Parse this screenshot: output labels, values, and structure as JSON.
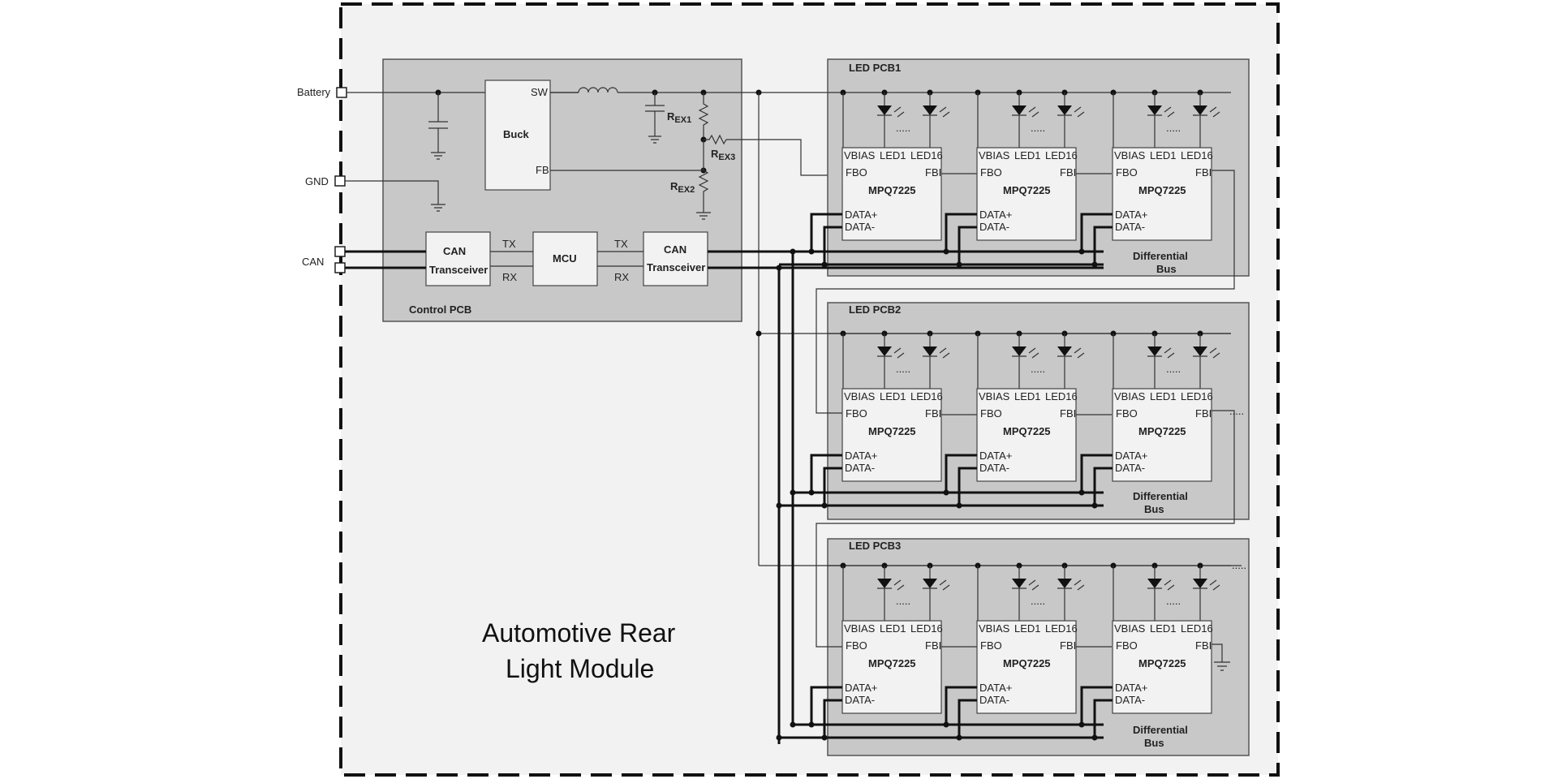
{
  "ports": {
    "battery": "Battery",
    "gnd": "GND",
    "can": "CAN"
  },
  "control_pcb": {
    "title": "Control PCB",
    "buck": "Buck",
    "sw": "SW",
    "fb": "FB",
    "rex1_main": "R",
    "rex1_sub": "EX1",
    "rex2_main": "R",
    "rex2_sub": "EX2",
    "rex3_main": "R",
    "rex3_sub": "EX3",
    "can_l1": "CAN",
    "can_l2": "Transceiver",
    "mcu": "MCU",
    "tx": "TX",
    "rx": "RX"
  },
  "led_pcbs": [
    {
      "title": "LED PCB1"
    },
    {
      "title": "LED PCB2"
    },
    {
      "title": "LED PCB3"
    }
  ],
  "chip": {
    "name": "MPQ7225",
    "vbias": "VBIAS",
    "led1": "LED1",
    "led16": "LED16",
    "fbo": "FBO",
    "fbi": "FBI",
    "dp": "DATA+",
    "dm": "DATA-",
    "dots": "....."
  },
  "bus": {
    "l1": "Differential",
    "l2": "Bus"
  },
  "module": {
    "l1": "Automotive Rear",
    "l2": "Light Module"
  }
}
